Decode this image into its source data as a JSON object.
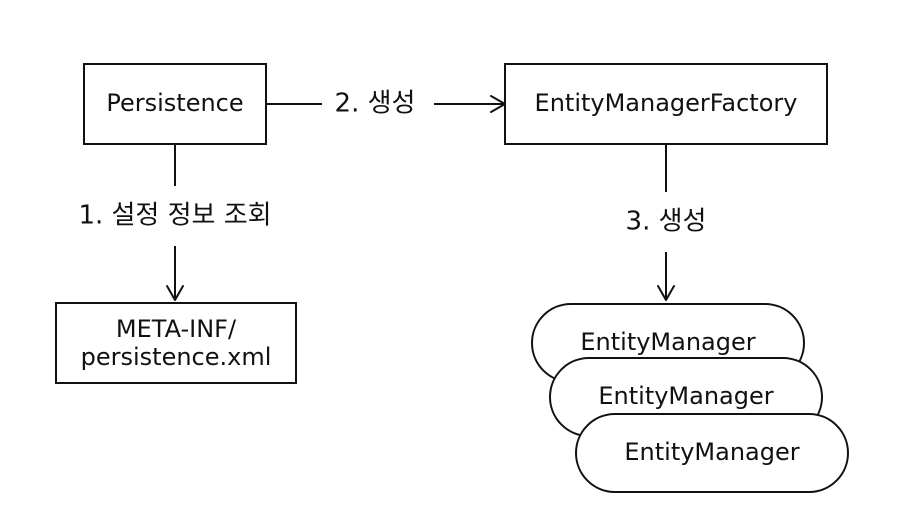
{
  "diagram": {
    "nodes": {
      "persistence": "Persistence",
      "factory": "EntityManagerFactory",
      "config_line1": "META-INF/",
      "config_line2": "persistence.xml",
      "em1": "EntityManager",
      "em2": "EntityManager",
      "em3": "EntityManager"
    },
    "edges": {
      "step1": "1. 설정 정보 조회",
      "step2": "2. 생성",
      "step3": "3. 생성"
    }
  },
  "colors": {
    "stroke": "#111111",
    "background": "#ffffff"
  }
}
